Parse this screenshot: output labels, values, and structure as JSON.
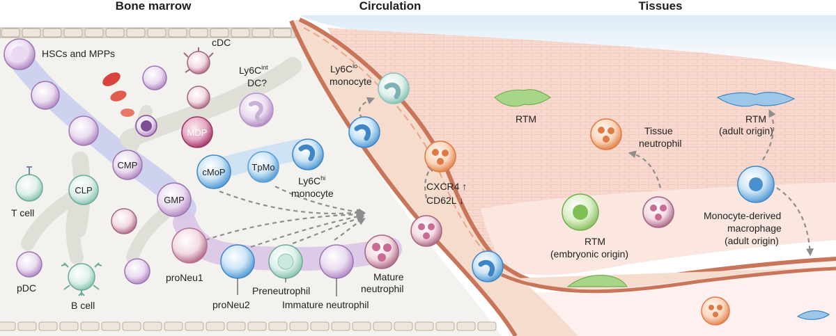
{
  "sections": {
    "bone_marrow": "Bone marrow",
    "circulation": "Circulation",
    "tissues": "Tissues"
  },
  "bone_marrow": {
    "hsc_label": "HSCs and MPPs",
    "cmp": "CMP",
    "clp": "CLP",
    "gmp": "GMP",
    "mdp": "MDP",
    "cmop": "cMoP",
    "tpmo": "TpMo",
    "cdc": "cDC",
    "ly6c_int_main": "Ly6C",
    "ly6c_int_sup": "int",
    "dc_q": "DC?",
    "ly6c_hi_main": "Ly6C",
    "ly6c_hi_sup": "hi",
    "ly6c_hi_line2": "monocyte",
    "t_cell": "T cell",
    "b_cell": "B cell",
    "pdc": "pDC",
    "proneu1": "proNeu1",
    "proneu2": "proNeu2",
    "preneutrophil": "Preneutrophil",
    "immature_neutrophil": "Immature neutrophil",
    "mature_line1": "Mature",
    "mature_line2": "neutrophil"
  },
  "circulation": {
    "ly6c_lo_main": "Ly6C",
    "ly6c_lo_sup": "lo",
    "ly6c_lo_line2": "monocyte",
    "cxcr4": "CXCR4 ↑",
    "cd62l": "CD62L ↓"
  },
  "tissues": {
    "rtm": "RTM",
    "tissue_neutrophil_line1": "Tissue",
    "tissue_neutrophil_line2": "neutrophil",
    "rtm_adult_line1": "RTM",
    "rtm_adult_line2": "(adult origin)",
    "rtm_embryo_line1": "RTM",
    "rtm_embryo_line2": "(embryonic origin)",
    "monocyte_macro_line1": "Monocyte-derived",
    "monocyte_macro_line2": "macrophage",
    "monocyte_macro_line3": "(adult origin)"
  },
  "colors": {
    "marrow_bg": "#f3f1ec",
    "blood_vessel": "#f4dccd",
    "vessel_wall": "#c8755a",
    "tissue_bg": "#fbe4df",
    "neutrophil_path": "#d9c5e6",
    "lymphoid_path": "#dfded7",
    "myeloid_path": "#c7cdee",
    "mono_path": "#cfe2f3"
  }
}
